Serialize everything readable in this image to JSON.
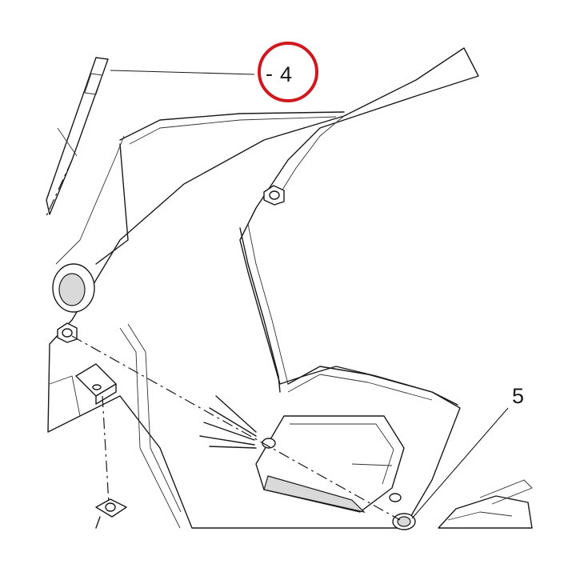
{
  "callouts": [
    {
      "id": "4",
      "label": "4",
      "highlighted": true
    },
    {
      "id": "5",
      "label": "5",
      "highlighted": false
    }
  ],
  "colors": {
    "line": "#1a1a1a",
    "highlight": "#d0191f",
    "background": "#ffffff"
  }
}
